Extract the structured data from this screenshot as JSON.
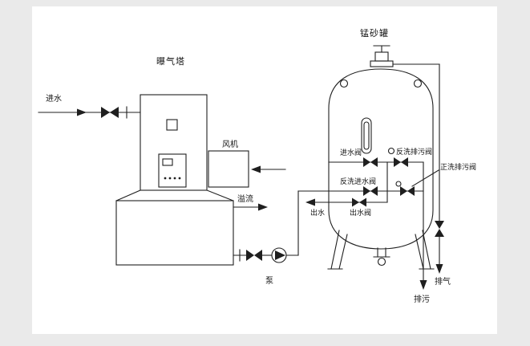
{
  "scene": {
    "background_color": "#eaeaea",
    "board_color": "#ffffff",
    "line_color": "#1f1f1f",
    "description": "Piping schematic of an aeration tower and manganese sand filter tank water treatment system"
  },
  "symbols": {
    "valve": "bowtie-triangles",
    "pump": "circle-with-triangle",
    "flow_arrow": "solid-triangle"
  },
  "labels": {
    "aeration_tower": "曝气塔",
    "manganese_sand_tank": "锰砂罐",
    "inlet_water": "进水",
    "fan": "风机",
    "overflow": "溢流",
    "pump": "泵",
    "outlet_water": "出水",
    "inlet_valve": "进水阀",
    "backwash_drain_valve": "反洗排污阀",
    "forward_flush_drain_valve": "正洗排污阀",
    "backwash_inlet_valve": "反洗进水阀",
    "outlet_valve": "出水阀",
    "exhaust": "排气",
    "drain": "排污"
  }
}
